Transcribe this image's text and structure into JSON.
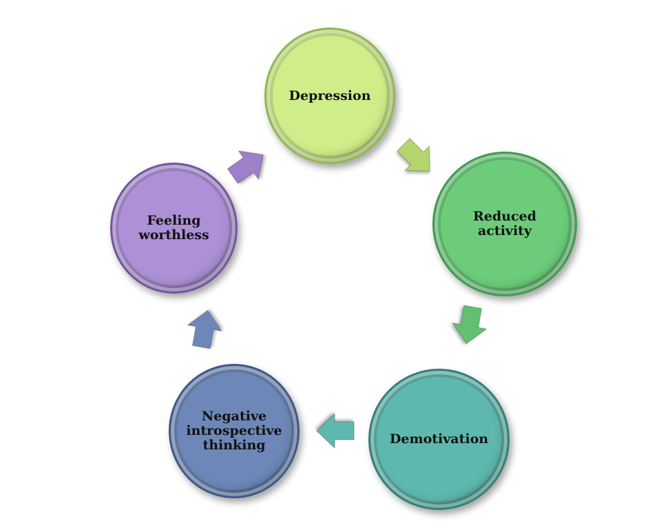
{
  "diagram": {
    "type": "cycle",
    "nodes": [
      {
        "id": "depression",
        "label": "Depression",
        "color": "#cfee8a",
        "rim": "#8fb84e"
      },
      {
        "id": "reduced-activity",
        "label": "Reduced activity",
        "color": "#6ccc7a",
        "rim": "#3e9a4e"
      },
      {
        "id": "demotivation",
        "label": "Demotivation",
        "color": "#5fb8ad",
        "rim": "#2f8178"
      },
      {
        "id": "negative-introspective-thinking",
        "label": "Negative introspective thinking",
        "color": "#6d88b8",
        "rim": "#3d5888"
      },
      {
        "id": "feeling-worthless",
        "label": "Feeling worthless",
        "color": "#ad90d6",
        "rim": "#72549e"
      }
    ],
    "arrows": [
      {
        "from": "depression",
        "to": "reduced-activity",
        "color": "#b2d66c"
      },
      {
        "from": "reduced-activity",
        "to": "demotivation",
        "color": "#62c170"
      },
      {
        "from": "demotivation",
        "to": "negative-introspective-thinking",
        "color": "#5fb8ad"
      },
      {
        "from": "negative-introspective-thinking",
        "to": "feeling-worthless",
        "color": "#6d88b8"
      },
      {
        "from": "feeling-worthless",
        "to": "depression",
        "color": "#9d80c8"
      }
    ]
  }
}
